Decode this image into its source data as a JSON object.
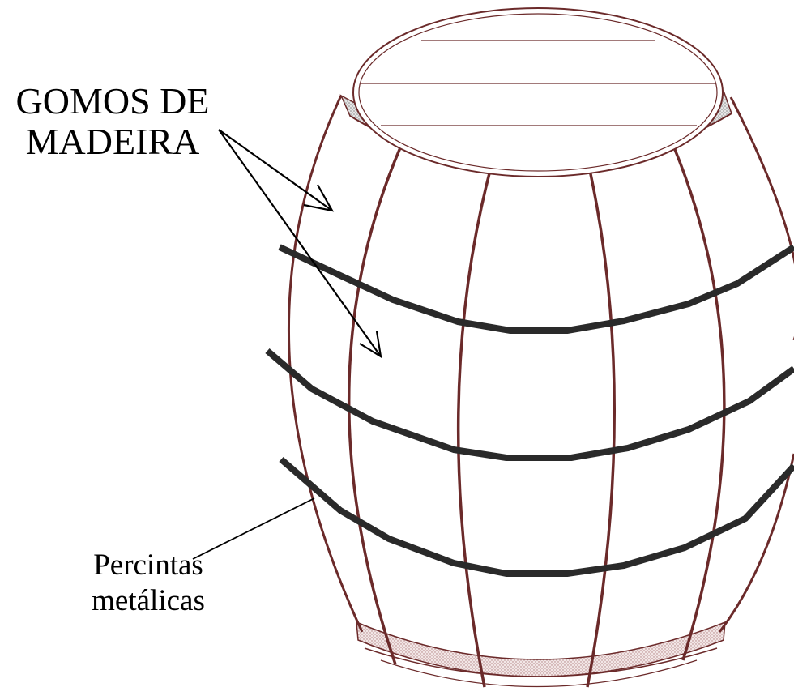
{
  "labels": {
    "wood_staves": {
      "line1": "GOMOS DE",
      "line2": "MADEIRA"
    },
    "metal_hoops": {
      "line1": "Percintas",
      "line2": "metálicas"
    }
  },
  "colors": {
    "stave_outline": "#6b2a2a",
    "hoop": "#2a2a2a",
    "rim_fill": "#c8c8c8",
    "line": "#000000",
    "background": "#ffffff"
  }
}
